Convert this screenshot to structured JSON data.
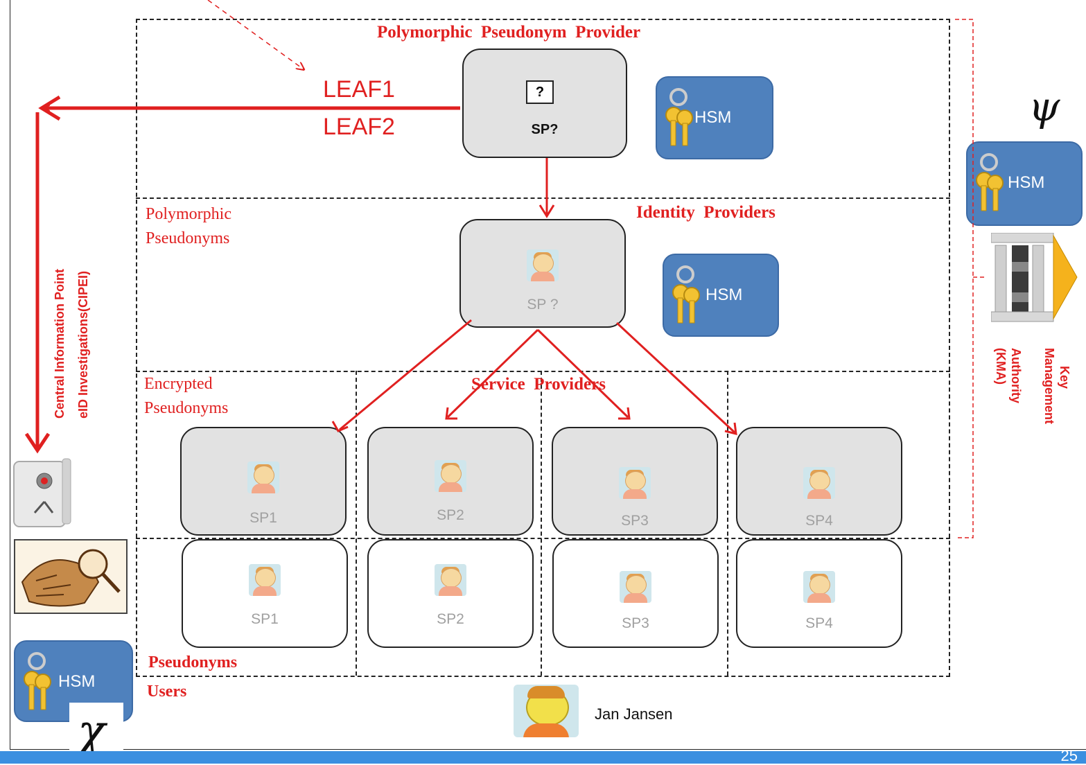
{
  "diagram": {
    "top_layer": {
      "title": "Polymorphic  Pseudonym  Provider",
      "box_symbol": "?",
      "box_label": "SP?"
    },
    "leaf": {
      "line1": "LEAF1",
      "line2": "LEAF2"
    },
    "mid_layer": {
      "title": "Identity  Providers",
      "side_label_line1": "Polymorphic",
      "side_label_line2": "Pseudonyms",
      "box_label": "SP ?"
    },
    "sp_layer": {
      "title": "Service  Providers",
      "side_label_line1": "Encrypted",
      "side_label_line2": "Pseudonyms",
      "boxes": [
        "SP1",
        "SP2",
        "SP3",
        "SP4"
      ]
    },
    "user_layer": {
      "boxes": [
        "SP1",
        "SP2",
        "SP3",
        "SP4"
      ],
      "label_pseudonyms": "Pseudonyms",
      "label_users": "Users"
    },
    "hsm_label": "HSM",
    "cipei_line1": "Central Information Point",
    "cipei_line2": "eID Investigations(CIPEI)",
    "kma_line1": "Key",
    "kma_line2": "Management",
    "kma_line3": "Authority",
    "kma_line4": "(KMA)",
    "psi_symbol": "ψ",
    "chi_symbol": "χ",
    "user_name": "Jan Jansen",
    "page_number": "25"
  },
  "colors": {
    "accent_red": "#e02020",
    "hsm_blue": "#4f81bd",
    "node_grey": "#e2e2e2",
    "bar_blue": "#3b8fe0"
  }
}
